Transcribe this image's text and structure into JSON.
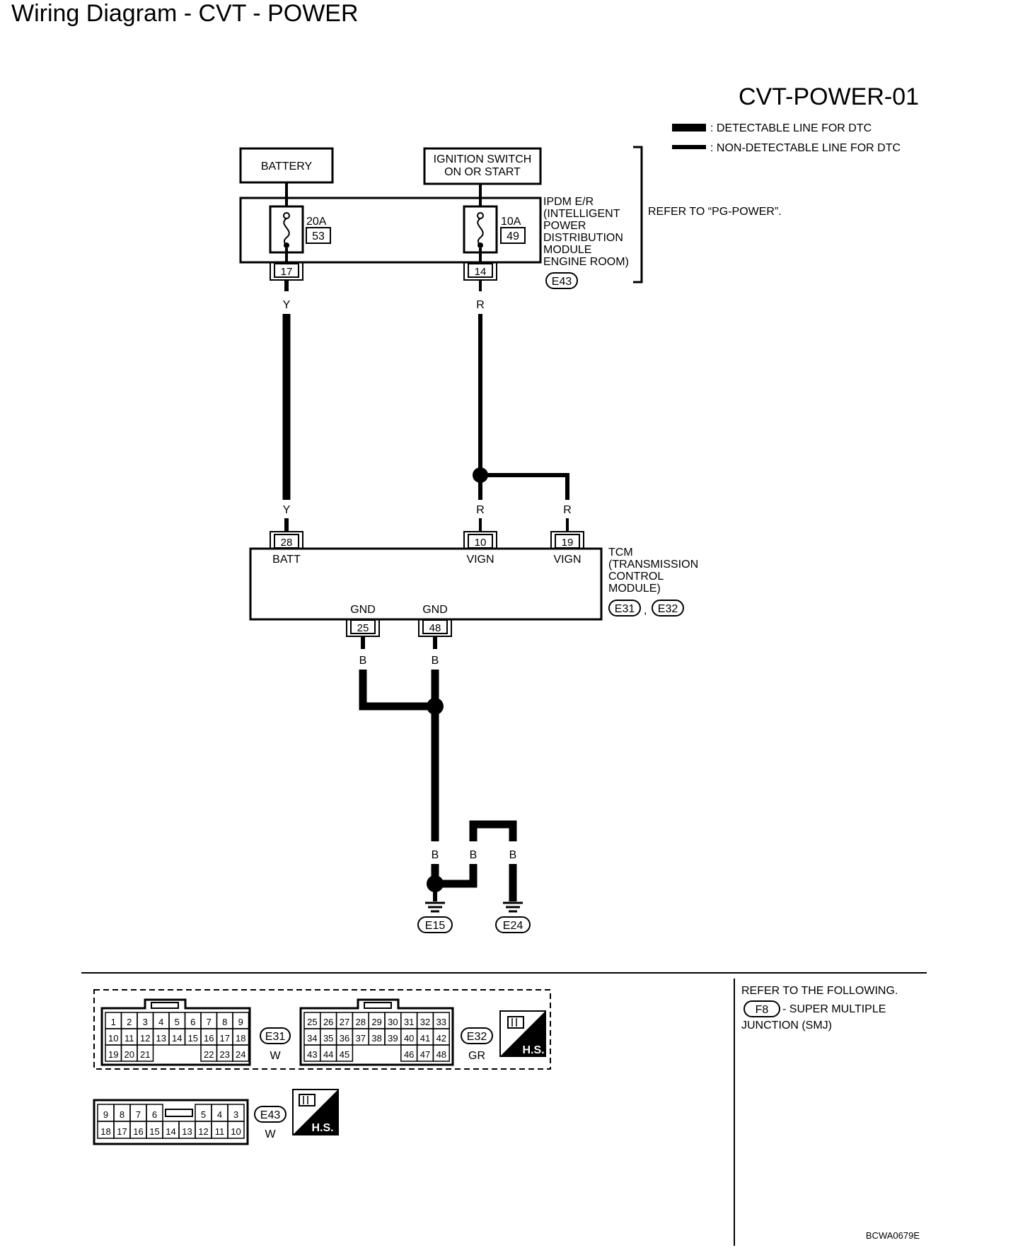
{
  "page_title": "Wiring Diagram - CVT - POWER",
  "diagram_code": "CVT-POWER-01",
  "legend": [
    {
      "text": ": DETECTABLE LINE FOR DTC"
    },
    {
      "text": ": NON-DETECTABLE LINE FOR DTC"
    }
  ],
  "battery_label": "BATTERY",
  "ignition_label": [
    "IGNITION SWITCH",
    "ON OR START"
  ],
  "ipdm": {
    "fuse1_rating": "20A",
    "fuse1_number": "53",
    "pin1": "17",
    "fuse2_rating": "10A",
    "fuse2_number": "49",
    "pin2": "14",
    "desc": [
      "IPDM E/R",
      "(INTELLIGENT",
      "POWER",
      "DISTRIBUTION",
      "MODULE",
      "ENGINE ROOM)"
    ],
    "connector": "E43",
    "refer": "REFER TO “PG-POWER”."
  },
  "wires": {
    "y_top": "Y",
    "r_top": "R",
    "y_bottom": "Y",
    "r_bottom": "R",
    "r_branch": "R",
    "b_left": "B",
    "b_right": "B",
    "b_e15": "B",
    "b_mid": "B",
    "b_e24": "B"
  },
  "tcm": {
    "pin_batt": "28",
    "pin_vign1": "10",
    "pin_vign2": "19",
    "label_batt": "BATT",
    "label_vign1": "VIGN",
    "label_vign2": "VIGN",
    "label_gnd1": "GND",
    "label_gnd2": "GND",
    "pin_gnd1": "25",
    "pin_gnd2": "48",
    "desc": [
      "TCM",
      "(TRANSMISSION",
      "CONTROL",
      "MODULE)"
    ],
    "connector1": "E31",
    "separator": ",",
    "connector2": "E32"
  },
  "grounds": {
    "left": "E15",
    "right": "E24"
  },
  "connectors": {
    "e31": {
      "id": "E31",
      "color": "W",
      "row1": [
        "1",
        "2",
        "3",
        "4",
        "5",
        "6",
        "7",
        "8",
        "9"
      ],
      "row2": [
        "10",
        "11",
        "12",
        "13",
        "14",
        "15",
        "16",
        "17",
        "18"
      ],
      "row3a": [
        "19",
        "20",
        "21"
      ],
      "row3b": [
        "22",
        "23",
        "24"
      ]
    },
    "e32": {
      "id": "E32",
      "color": "GR",
      "row1": [
        "25",
        "26",
        "27",
        "28",
        "29",
        "30",
        "31",
        "32",
        "33"
      ],
      "row2": [
        "34",
        "35",
        "36",
        "37",
        "38",
        "39",
        "40",
        "41",
        "42"
      ],
      "row3a": [
        "43",
        "44",
        "45"
      ],
      "row3b": [
        "46",
        "47",
        "48"
      ]
    },
    "e43": {
      "id": "E43",
      "color": "W",
      "row1a": [
        "9",
        "8",
        "7",
        "6"
      ],
      "row1b": [
        "5",
        "4",
        "3"
      ],
      "row2": [
        "18",
        "17",
        "16",
        "15",
        "14",
        "13",
        "12",
        "11",
        "10"
      ]
    },
    "hs_label": "H.S."
  },
  "refer_following": {
    "line1": "REFER TO THE FOLLOWING.",
    "connector": "F8",
    "line2": "- SUPER MULTIPLE",
    "line3": "JUNCTION (SMJ)"
  },
  "footer_code": "BCWA0679E"
}
